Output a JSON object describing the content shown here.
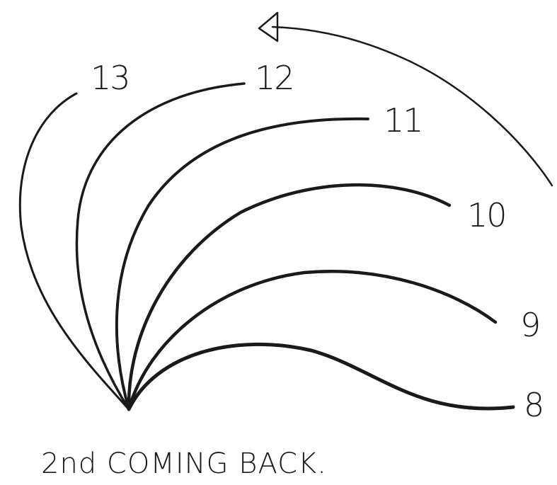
{
  "diagram": {
    "frame_labels": [
      "13",
      "12",
      "11",
      "10",
      "9",
      "8"
    ],
    "caption": "2nd COMING BACK."
  }
}
